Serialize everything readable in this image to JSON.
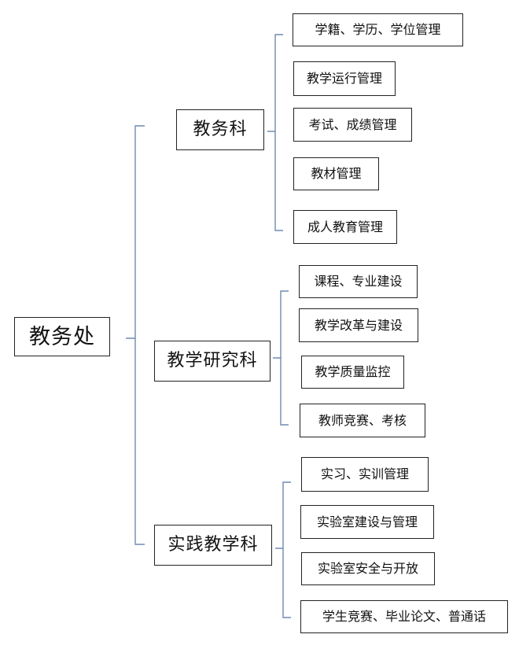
{
  "root": {
    "label": "教务处"
  },
  "departments": [
    {
      "label": "教务科",
      "items": [
        "学籍、学历、学位管理",
        "教学运行管理",
        "考试、成绩管理",
        "教材管理",
        "成人教育管理"
      ]
    },
    {
      "label": "教学研究科",
      "items": [
        "课程、专业建设",
        "教学改革与建设",
        "教学质量监控",
        "教师竞赛、考核"
      ]
    },
    {
      "label": "实践教学科",
      "items": [
        "实习、实训管理",
        "实验室建设与管理",
        "实验室安全与开放",
        "学生竞赛、毕业论文、普通话"
      ]
    }
  ],
  "colors": {
    "bracket": "#6f8ab0",
    "border": "#222222",
    "text": "#111111"
  }
}
